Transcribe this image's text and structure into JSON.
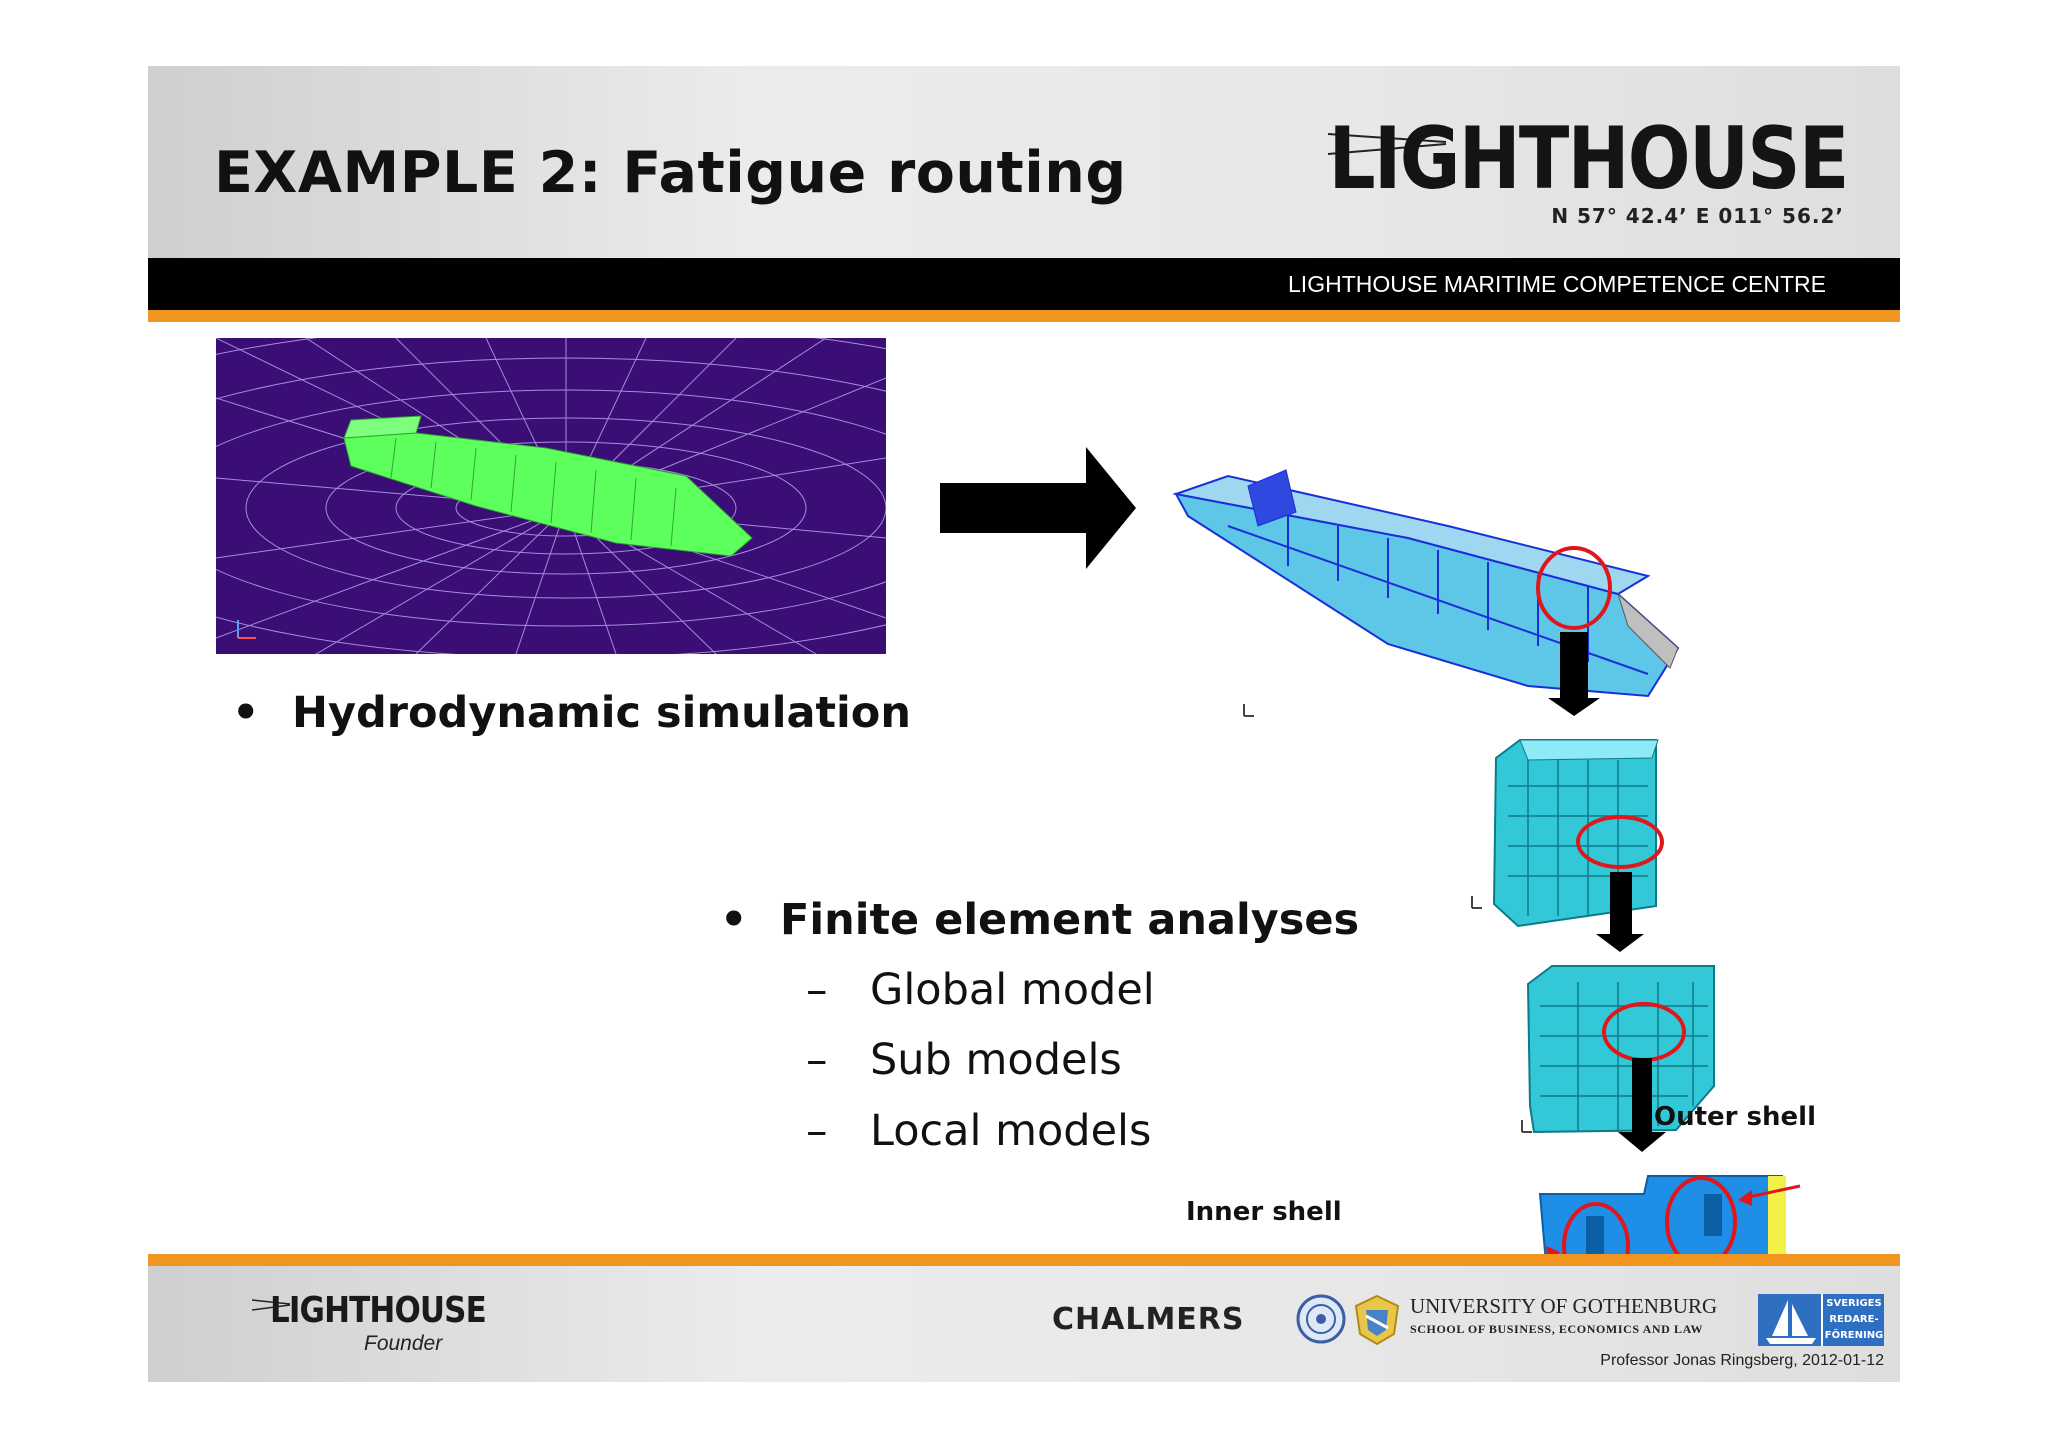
{
  "slide": {
    "title": "EXAMPLE 2: Fatigue routing",
    "header_logo": {
      "word": "LIGHTHOUSE",
      "coords": "N 57° 42.4’  E 011° 56.2’"
    },
    "bar_text": "LIGHTHOUSE MARITIME COMPETENCE CENTRE"
  },
  "content": {
    "bullet_hydro": "Hydrodynamic simulation",
    "bullet_fe": "Finite element analyses",
    "sub_items": [
      "Global model",
      "Sub models",
      "Local models"
    ],
    "dash": "–",
    "bullet": "•",
    "label_outer": "Outer shell",
    "label_inner": "Inner shell"
  },
  "footer": {
    "logo_word": "LIGHTHOUSE",
    "founder": "Founder",
    "chalmers": "CHALMERS",
    "gu_title": "UNIVERSITY OF GOTHENBURG",
    "gu_subtitle": "SCHOOL OF BUSINESS, ECONOMICS AND LAW",
    "sr_logo": [
      "SVERIGES",
      "REDARE-",
      "FÖRENING"
    ],
    "credit": "Professor Jonas Ringsberg, 2012-01-12"
  },
  "colors": {
    "accent_orange": "#f29520",
    "mesh_background": "#3a0e75",
    "ship_green": "#5cff5c",
    "fe_cyan": "#33c8d8",
    "circle_red": "#e0161b"
  }
}
